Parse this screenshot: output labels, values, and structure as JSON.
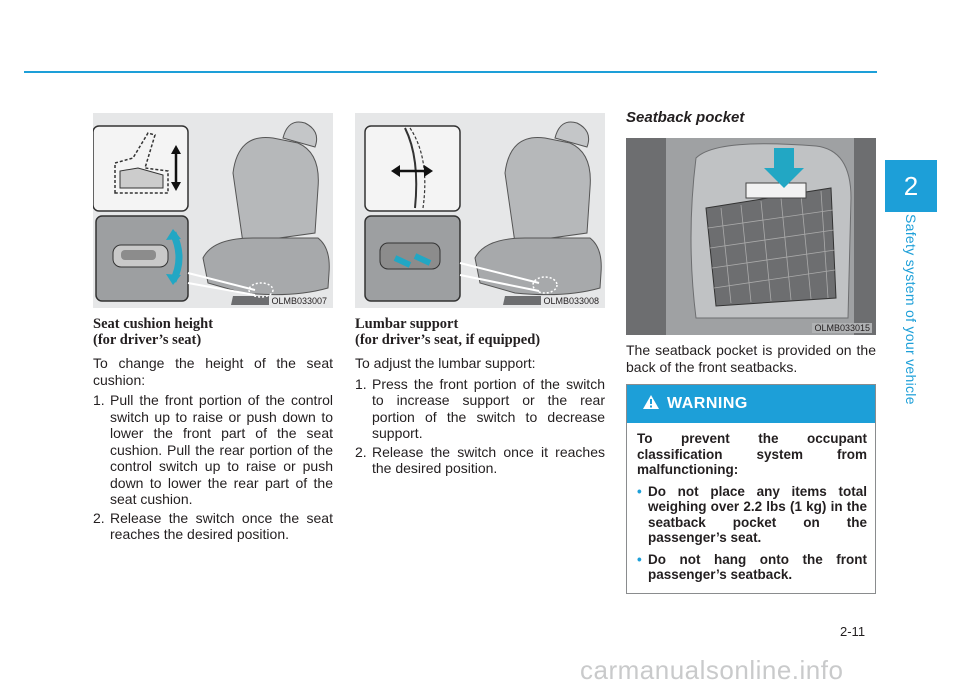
{
  "chapter": {
    "number": "2",
    "title": "Safety system of your vehicle"
  },
  "page_number": "2-11",
  "figures": [
    {
      "code": "OLMB033007"
    },
    {
      "code": "OLMB033008"
    },
    {
      "code": "OLMB033015"
    }
  ],
  "col1": {
    "heading_line1": "Seat cushion height",
    "heading_line2": "(for driver’s seat)",
    "intro": "To change the height of the seat cushion:",
    "steps": [
      {
        "num": "1.",
        "text": "Pull the front portion of the control switch up to raise or push down to lower the front part of the seat cushion. Pull the rear portion of the control switch up to raise or push down to lower the rear part of the seat cushion."
      },
      {
        "num": "2.",
        "text": "Release the switch once the seat reaches the desired position."
      }
    ]
  },
  "col2": {
    "heading_line1": "Lumbar support",
    "heading_line2": "(for driver’s seat, if equipped)",
    "intro": "To adjust the lumbar support:",
    "steps": [
      {
        "num": "1.",
        "text": "Press the front portion of the switch to increase support or the rear portion of the switch to decrease support."
      },
      {
        "num": "2.",
        "text": "Release the switch once it reaches the desired position."
      }
    ]
  },
  "col3": {
    "section_title": "Seatback pocket",
    "body": "The seatback pocket is provided on the back of the front seatbacks."
  },
  "warning": {
    "title": "WARNING",
    "intro": "To prevent the occupant classification system from malfunctioning:",
    "bullets": [
      "Do not place any items total weighing over 2.2 lbs (1 kg) in the seatback pocket on the passenger’s seat.",
      "Do not hang onto the front passenger’s seatback."
    ]
  },
  "watermark": "carmanualsonline.info",
  "colors": {
    "accent": "#1d9fd8",
    "figure_bg": "#e6e7e8",
    "text": "#231f20"
  }
}
